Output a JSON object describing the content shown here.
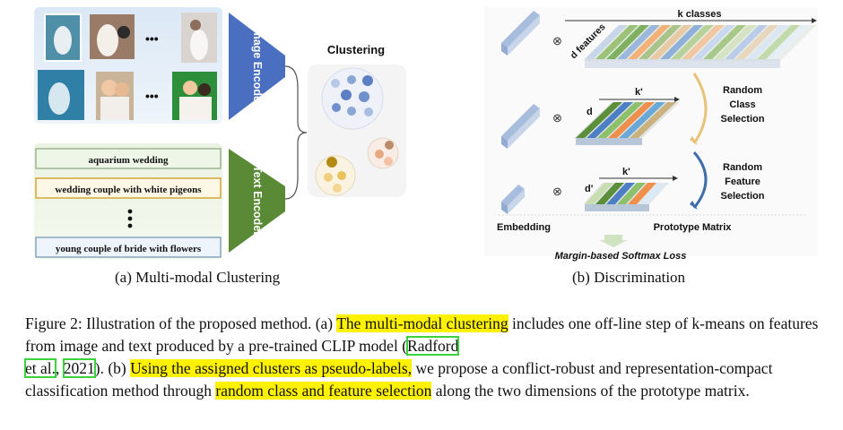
{
  "figure": {
    "encoders": {
      "image": "Image Encoder",
      "text": "Text Encoder"
    },
    "dots": "•••",
    "text_prompts": [
      "aquarium wedding",
      "wedding couple with white pigeons",
      "young couple of bride with flowers"
    ],
    "clustering_title": "Clustering",
    "right_panel": {
      "top_label": "k classes",
      "d_features": "d features",
      "d": "d",
      "k_prime_1": "k'",
      "k_prime_2": "k'",
      "d_prime": "d'",
      "otimes": "⊗",
      "random_class_selection": [
        "Random",
        "Class",
        "Selection"
      ],
      "random_feature_selection": [
        "Random",
        "Feature",
        "Selection"
      ],
      "embedding_label": "Embedding",
      "prototype_label": "Prototype Matrix",
      "loss_label": "Margin-based Softmax Loss"
    },
    "subcaptions": {
      "a": "(a)  Multi-modal Clustering",
      "b": "(b)  Discrimination"
    }
  },
  "caption": {
    "prefix": "Figure 2: Illustration of the proposed method. (a) ",
    "hl1": "The multi-modal clustering",
    "part2": " includes one off-line step of k-means on features from image and text produced by a pre-trained CLIP model (",
    "ref1": "Radford",
    "ref2": "et al.",
    "ref3": "2021",
    "part3": ").  (b) ",
    "hl2": "Using the assigned clusters as pseudo-labels,",
    "part4": " we propose a conflict-robust and representation-compact classification method through ",
    "hl3": "random class and feature selection",
    "part5": " along the two dimensions of the prototype matrix."
  }
}
